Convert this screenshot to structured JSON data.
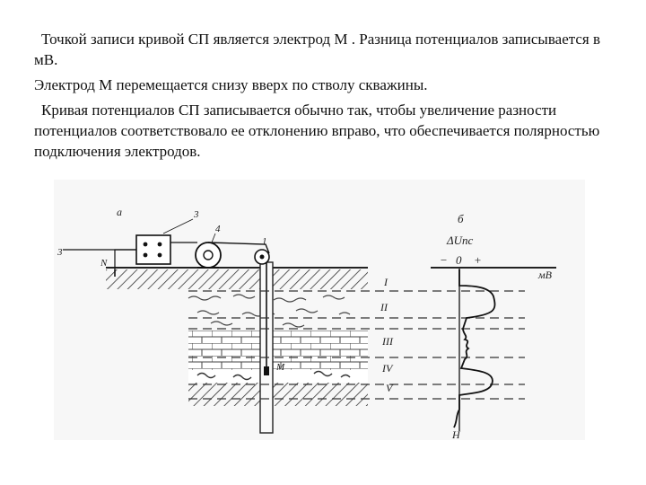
{
  "paragraphs": [
    "Точкой записи кривой СП является электрод М . Разница потенциалов записывается в мВ.",
    "Электрод М перемещается снизу вверх по стволу скважины.",
    "Кривая потенциалов СП записывается обычно так, чтобы увеличение разности потенциалов соответствовало ее отклонению вправо, что обеспечивается  полярностью подключения электродов."
  ],
  "figure": {
    "panel_a": "а",
    "panel_b": "б",
    "callouts": [
      "3",
      "4",
      "1",
      "3"
    ],
    "ground_mark": "N",
    "electrode": "M",
    "curve_label": "ΔUпс",
    "minus": "−",
    "zero": "0",
    "plus": "+",
    "unit": "мВ",
    "layers": [
      "I",
      "II",
      "III",
      "IV",
      "V"
    ],
    "depth_label": "H"
  },
  "colors": {
    "ink": "#222222",
    "background": "#ffffff"
  }
}
